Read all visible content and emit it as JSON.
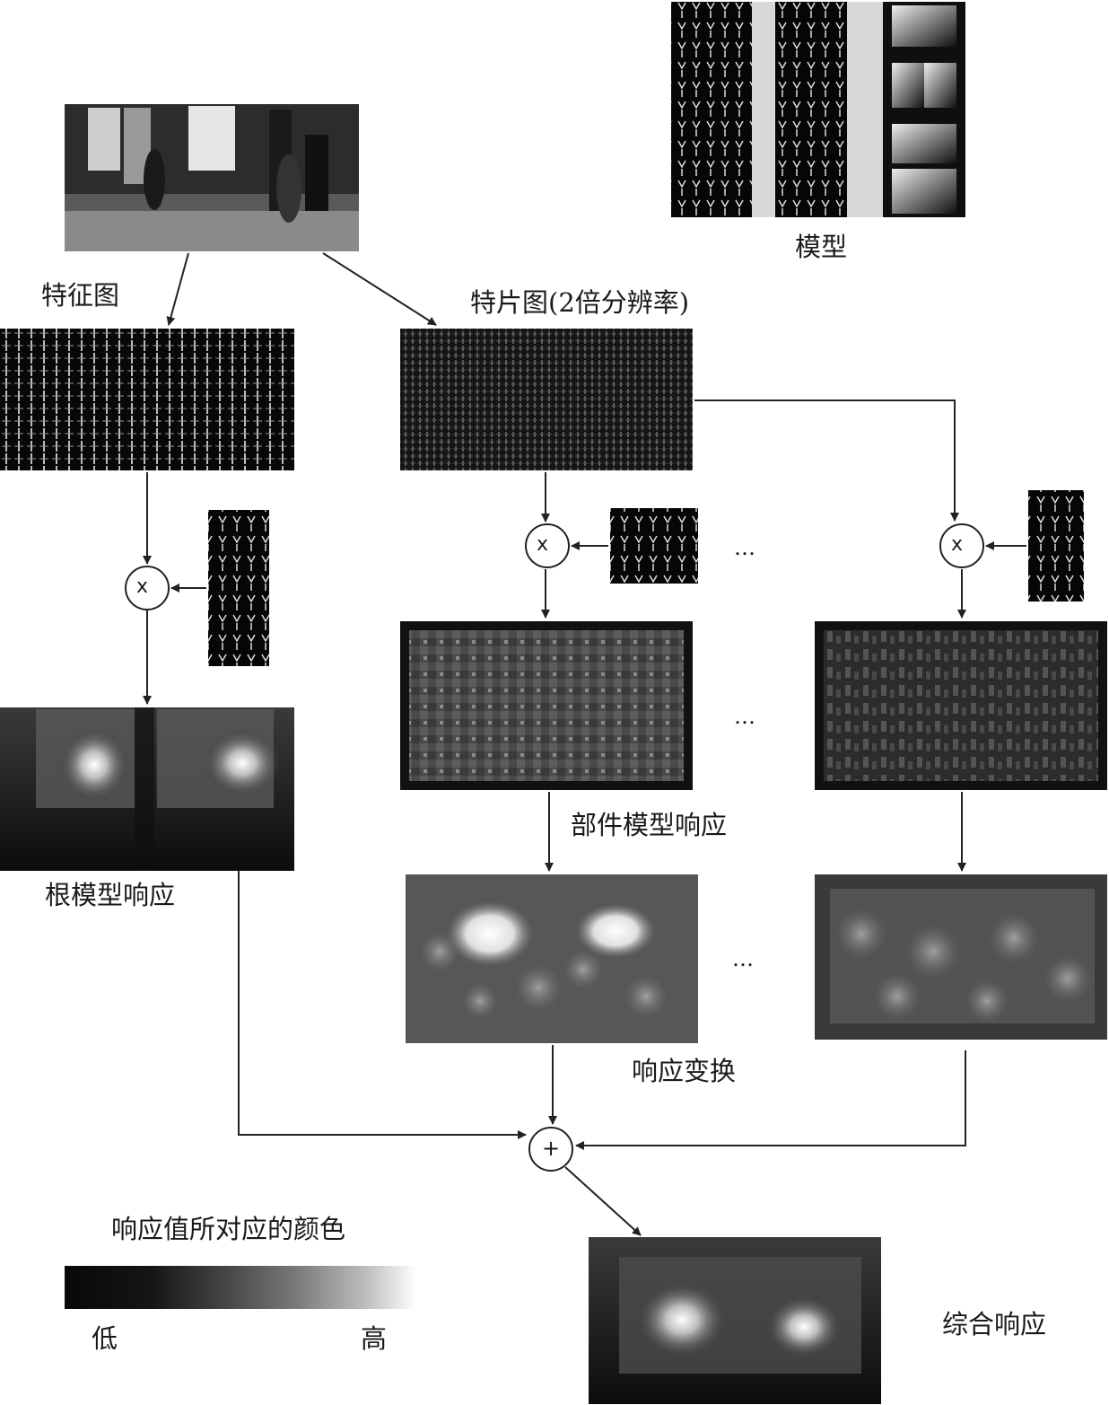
{
  "labels": {
    "model": "模型",
    "feature_map": "特征图",
    "feature_map_2x": "特片图(2倍分辨率)",
    "part_response": "部件模型响应",
    "root_response": "根模型响应",
    "response_transform": "响应变换",
    "combined_response": "综合响应",
    "legend_title": "响应值所对应的颜色",
    "legend_low": "低",
    "legend_high": "高",
    "ellipsis": "…",
    "multiply": "x",
    "plus": "+"
  }
}
